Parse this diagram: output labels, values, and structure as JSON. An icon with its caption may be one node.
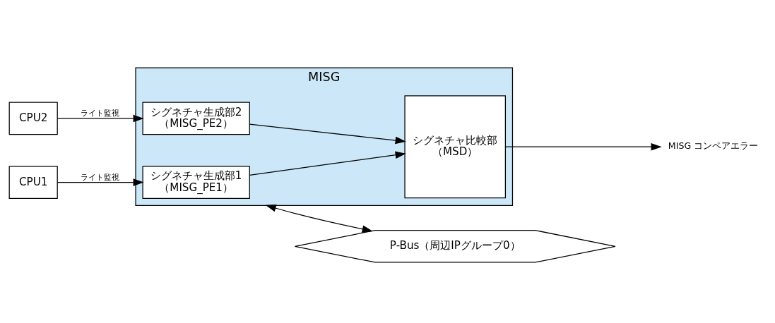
{
  "diagram": {
    "nodes": [
      {
        "text": [
          "MISG"
        ]
      },
      {
        "text": [
          "CPU1"
        ]
      },
      {
        "text": [
          "シグネチャ生成部1",
          "（MISG_PE1）"
        ],
        "in": 0
      },
      {
        "text": [
          "CPU2"
        ]
      },
      {
        "text": [
          "シグネチャ生成部2",
          "（MISG_PE2）"
        ],
        "in": 0
      },
      {
        "text": [
          "シグネチャ比較部",
          "（MSD）"
        ],
        "in": 0
      },
      {
        "text": [
          "MISG コンペアエラー"
        ]
      },
      {
        "text": [
          "P-Bus（周辺IPグループ0）"
        ]
      }
    ],
    "edges": [
      {
        "from": 1,
        "to": 2,
        "arrow": "to",
        "label": "ライト監視"
      },
      {
        "from": 3,
        "to": 4,
        "arrow": "to",
        "label": "ライト監視"
      },
      {
        "from": 2,
        "to": 5,
        "arrow": "to"
      },
      {
        "from": 4,
        "to": 5,
        "arrow": "to"
      },
      {
        "from": 5,
        "to": 6,
        "arrow": "to"
      },
      {
        "from": 0,
        "to": 7,
        "arrow": "both"
      }
    ]
  }
}
